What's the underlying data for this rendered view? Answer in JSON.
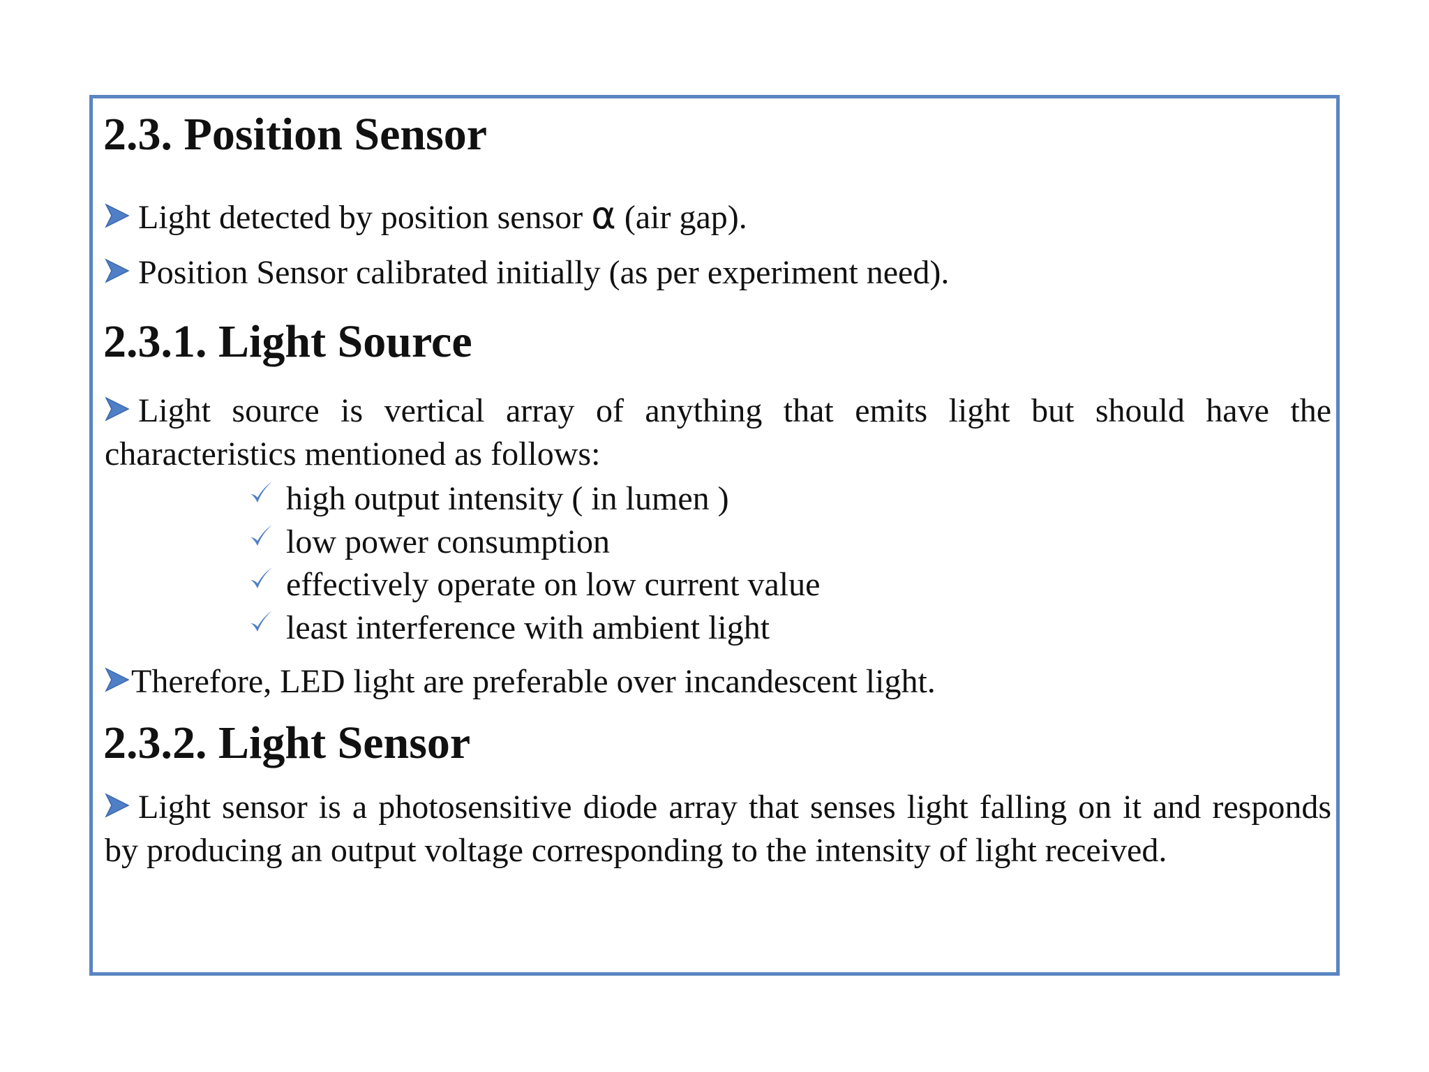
{
  "section": {
    "heading": "2.3. Position Sensor",
    "bullets": [
      {
        "before": "Light detected by position sensor ",
        "symbol": "α",
        "after": " (air gap)."
      },
      {
        "text": "Position Sensor calibrated initially (as per experiment need)."
      }
    ]
  },
  "light_source": {
    "heading": "2.3.1. Light Source",
    "intro": "Light source is vertical array of anything that emits light but should have the characteristics mentioned as follows:",
    "characteristics": [
      "high output intensity ( in lumen )",
      "low power consumption",
      "effectively operate on low current value",
      "least interference with ambient light"
    ],
    "conclusion": "Therefore, LED light are preferable over incandescent light."
  },
  "light_sensor": {
    "heading": "2.3.2. Light Sensor",
    "text": "Light sensor is a photosensitive diode array that senses light falling on it and responds by producing an output voltage corresponding to the intensity of light received."
  },
  "colors": {
    "frame_border": "#5b84c2",
    "bullet_arrow": "#4f7fc6",
    "checkmark": "#4f7fc6",
    "text": "#111111"
  },
  "icons": {
    "bullet": "arrow-bullet-icon",
    "check": "checkmark-icon"
  }
}
